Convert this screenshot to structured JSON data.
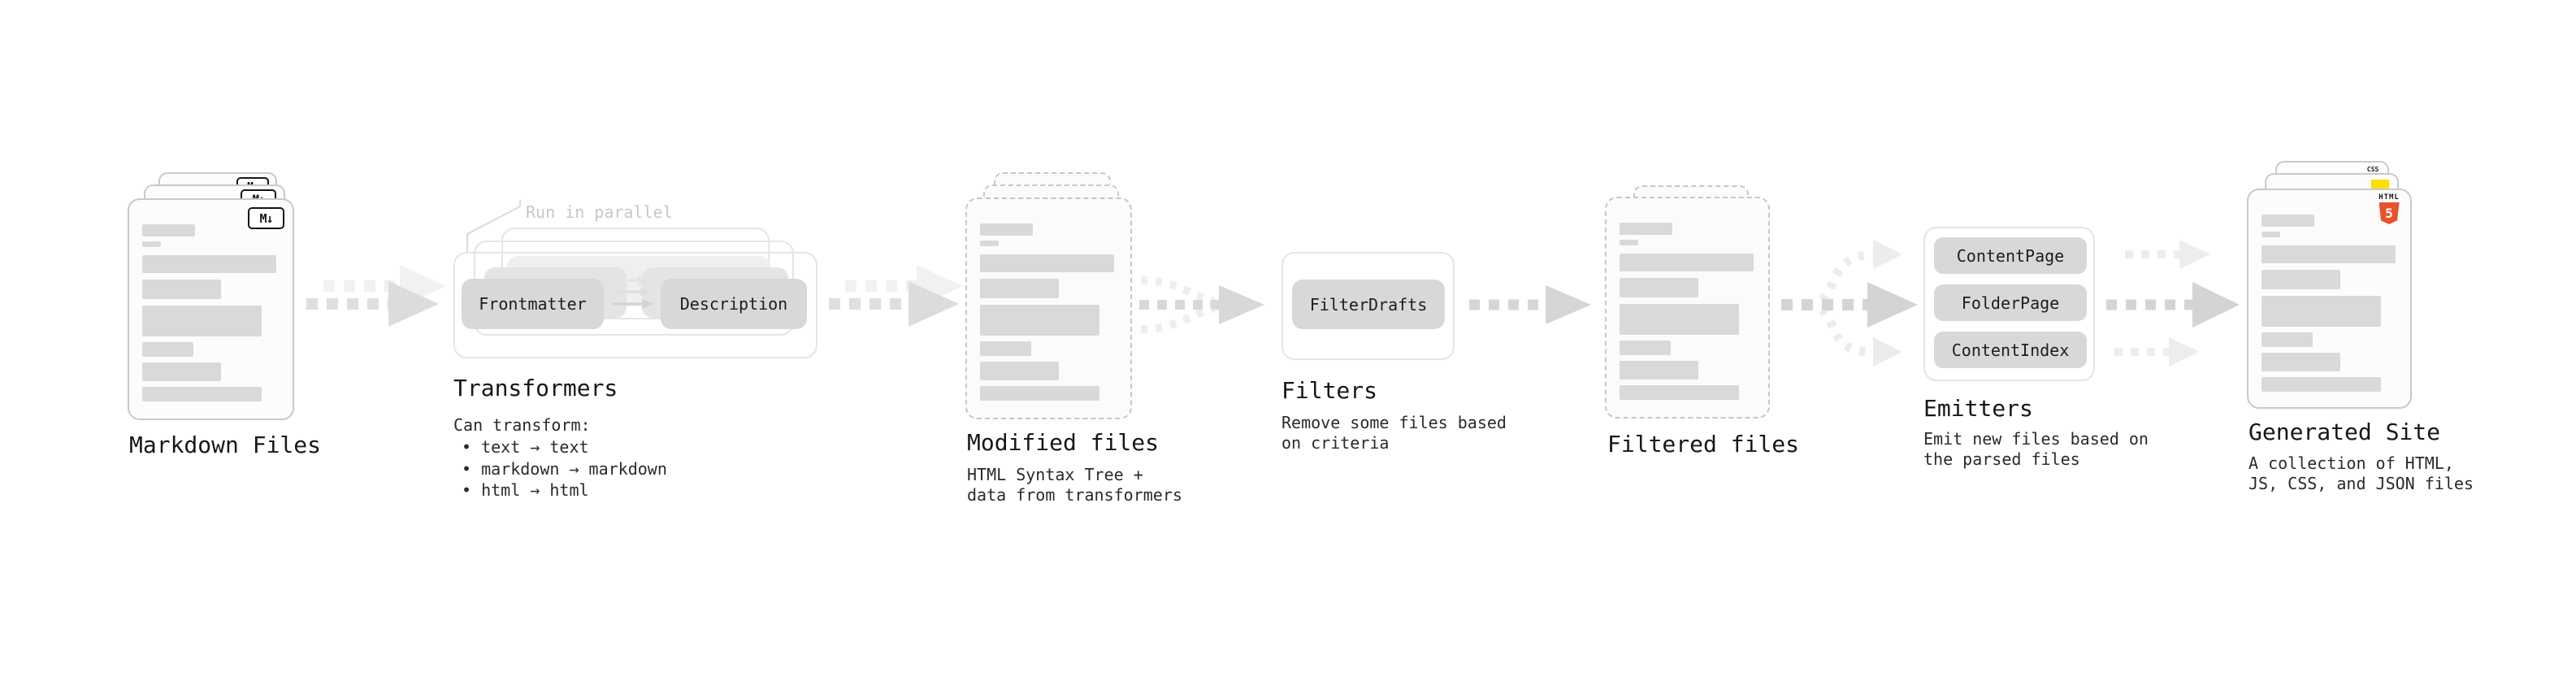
{
  "stages": {
    "markdown": {
      "label": "Markdown Files",
      "badge": "M↓"
    },
    "transformers": {
      "label": "Transformers",
      "annotation": "Run in parallel",
      "plugin1": "Frontmatter",
      "plugin2": "Description",
      "desc_heading": "Can transform:",
      "bullets": {
        "b1": "• text → text",
        "b2": "• markdown → markdown",
        "b3": "• html → html"
      }
    },
    "modified": {
      "label": "Modified files",
      "desc1": "HTML Syntax Tree +",
      "desc2": "data from transformers"
    },
    "filters": {
      "label": "Filters",
      "plugin1": "FilterDrafts",
      "desc1": "Remove some files based",
      "desc2": "on criteria"
    },
    "filtered": {
      "label": "Filtered files"
    },
    "emitters": {
      "label": "Emitters",
      "plugin1": "ContentPage",
      "plugin2": "FolderPage",
      "plugin3": "ContentIndex",
      "desc1": "Emit new files based on",
      "desc2": "the parsed files"
    },
    "site": {
      "label": "Generated Site",
      "desc1": "A collection of HTML,",
      "desc2": "JS, CSS, and JSON files",
      "html_badge_label": "HTML",
      "html_badge_number": "5",
      "css_badge_label": "CSS"
    }
  },
  "colors": {
    "html5_orange": "#e8532e",
    "js_yellow": "#ffdf00",
    "css_blue": "#2965f1",
    "placeholder_bar_gray": "#d9d9d9",
    "annotation_gray": "#c7c7c7",
    "arrow_gray": "#d6d6d6",
    "ghost_arrow_gray": "#f1f1f1"
  }
}
